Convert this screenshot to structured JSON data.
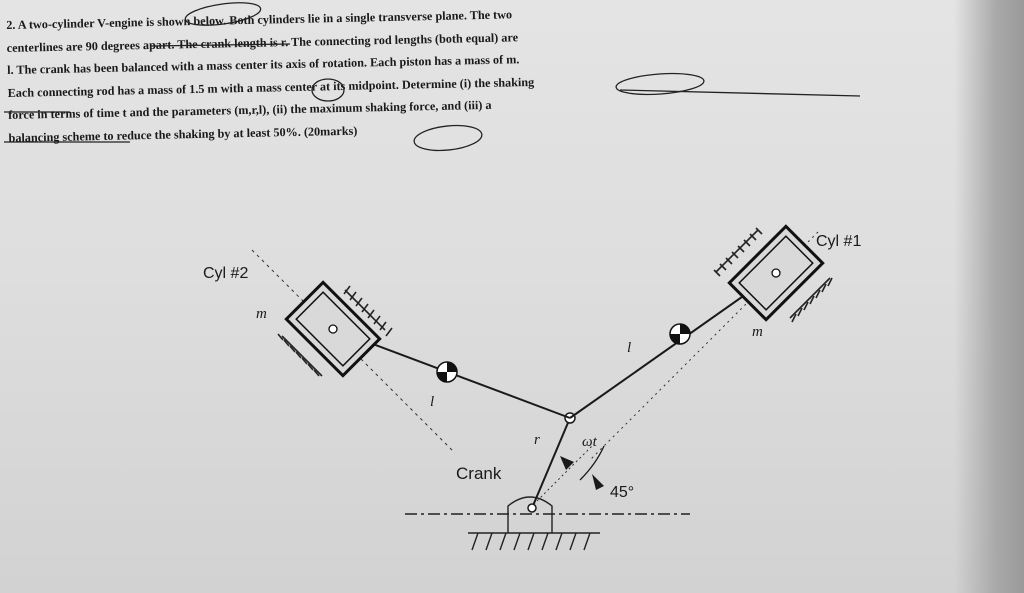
{
  "problem": {
    "lines": [
      "2. A two-cylinder V-engine is shown below. Both cylinders lie in a single transverse plane. The two",
      "centerlines are 90 degrees apart. The crank length is r.   The connecting rod lengths (both equal) are",
      "l. The crank has been balanced with a mass center its axis of rotation. Each piston has a mass of m.",
      "Each connecting rod has a mass of 1.5 m with a mass center at its midpoint. Determine (i) the shaking",
      "force in terms of time t and the parameters (m,r,l), (ii) the maximum shaking force, and (iii) a",
      "balancing scheme to reduce the shaking by at least 50%.   (20marks)"
    ]
  },
  "figure": {
    "cyl1_label": "Cyl #1",
    "cyl2_label": "Cyl #2",
    "piston_mass_label_1": "m",
    "piston_mass_label_2": "m",
    "rod_length_label_1": "l",
    "rod_length_label_2": "l",
    "crank_radius_label": "r",
    "angular_label": "ωt",
    "crank_label": "Crank",
    "angle_label": "45°"
  }
}
